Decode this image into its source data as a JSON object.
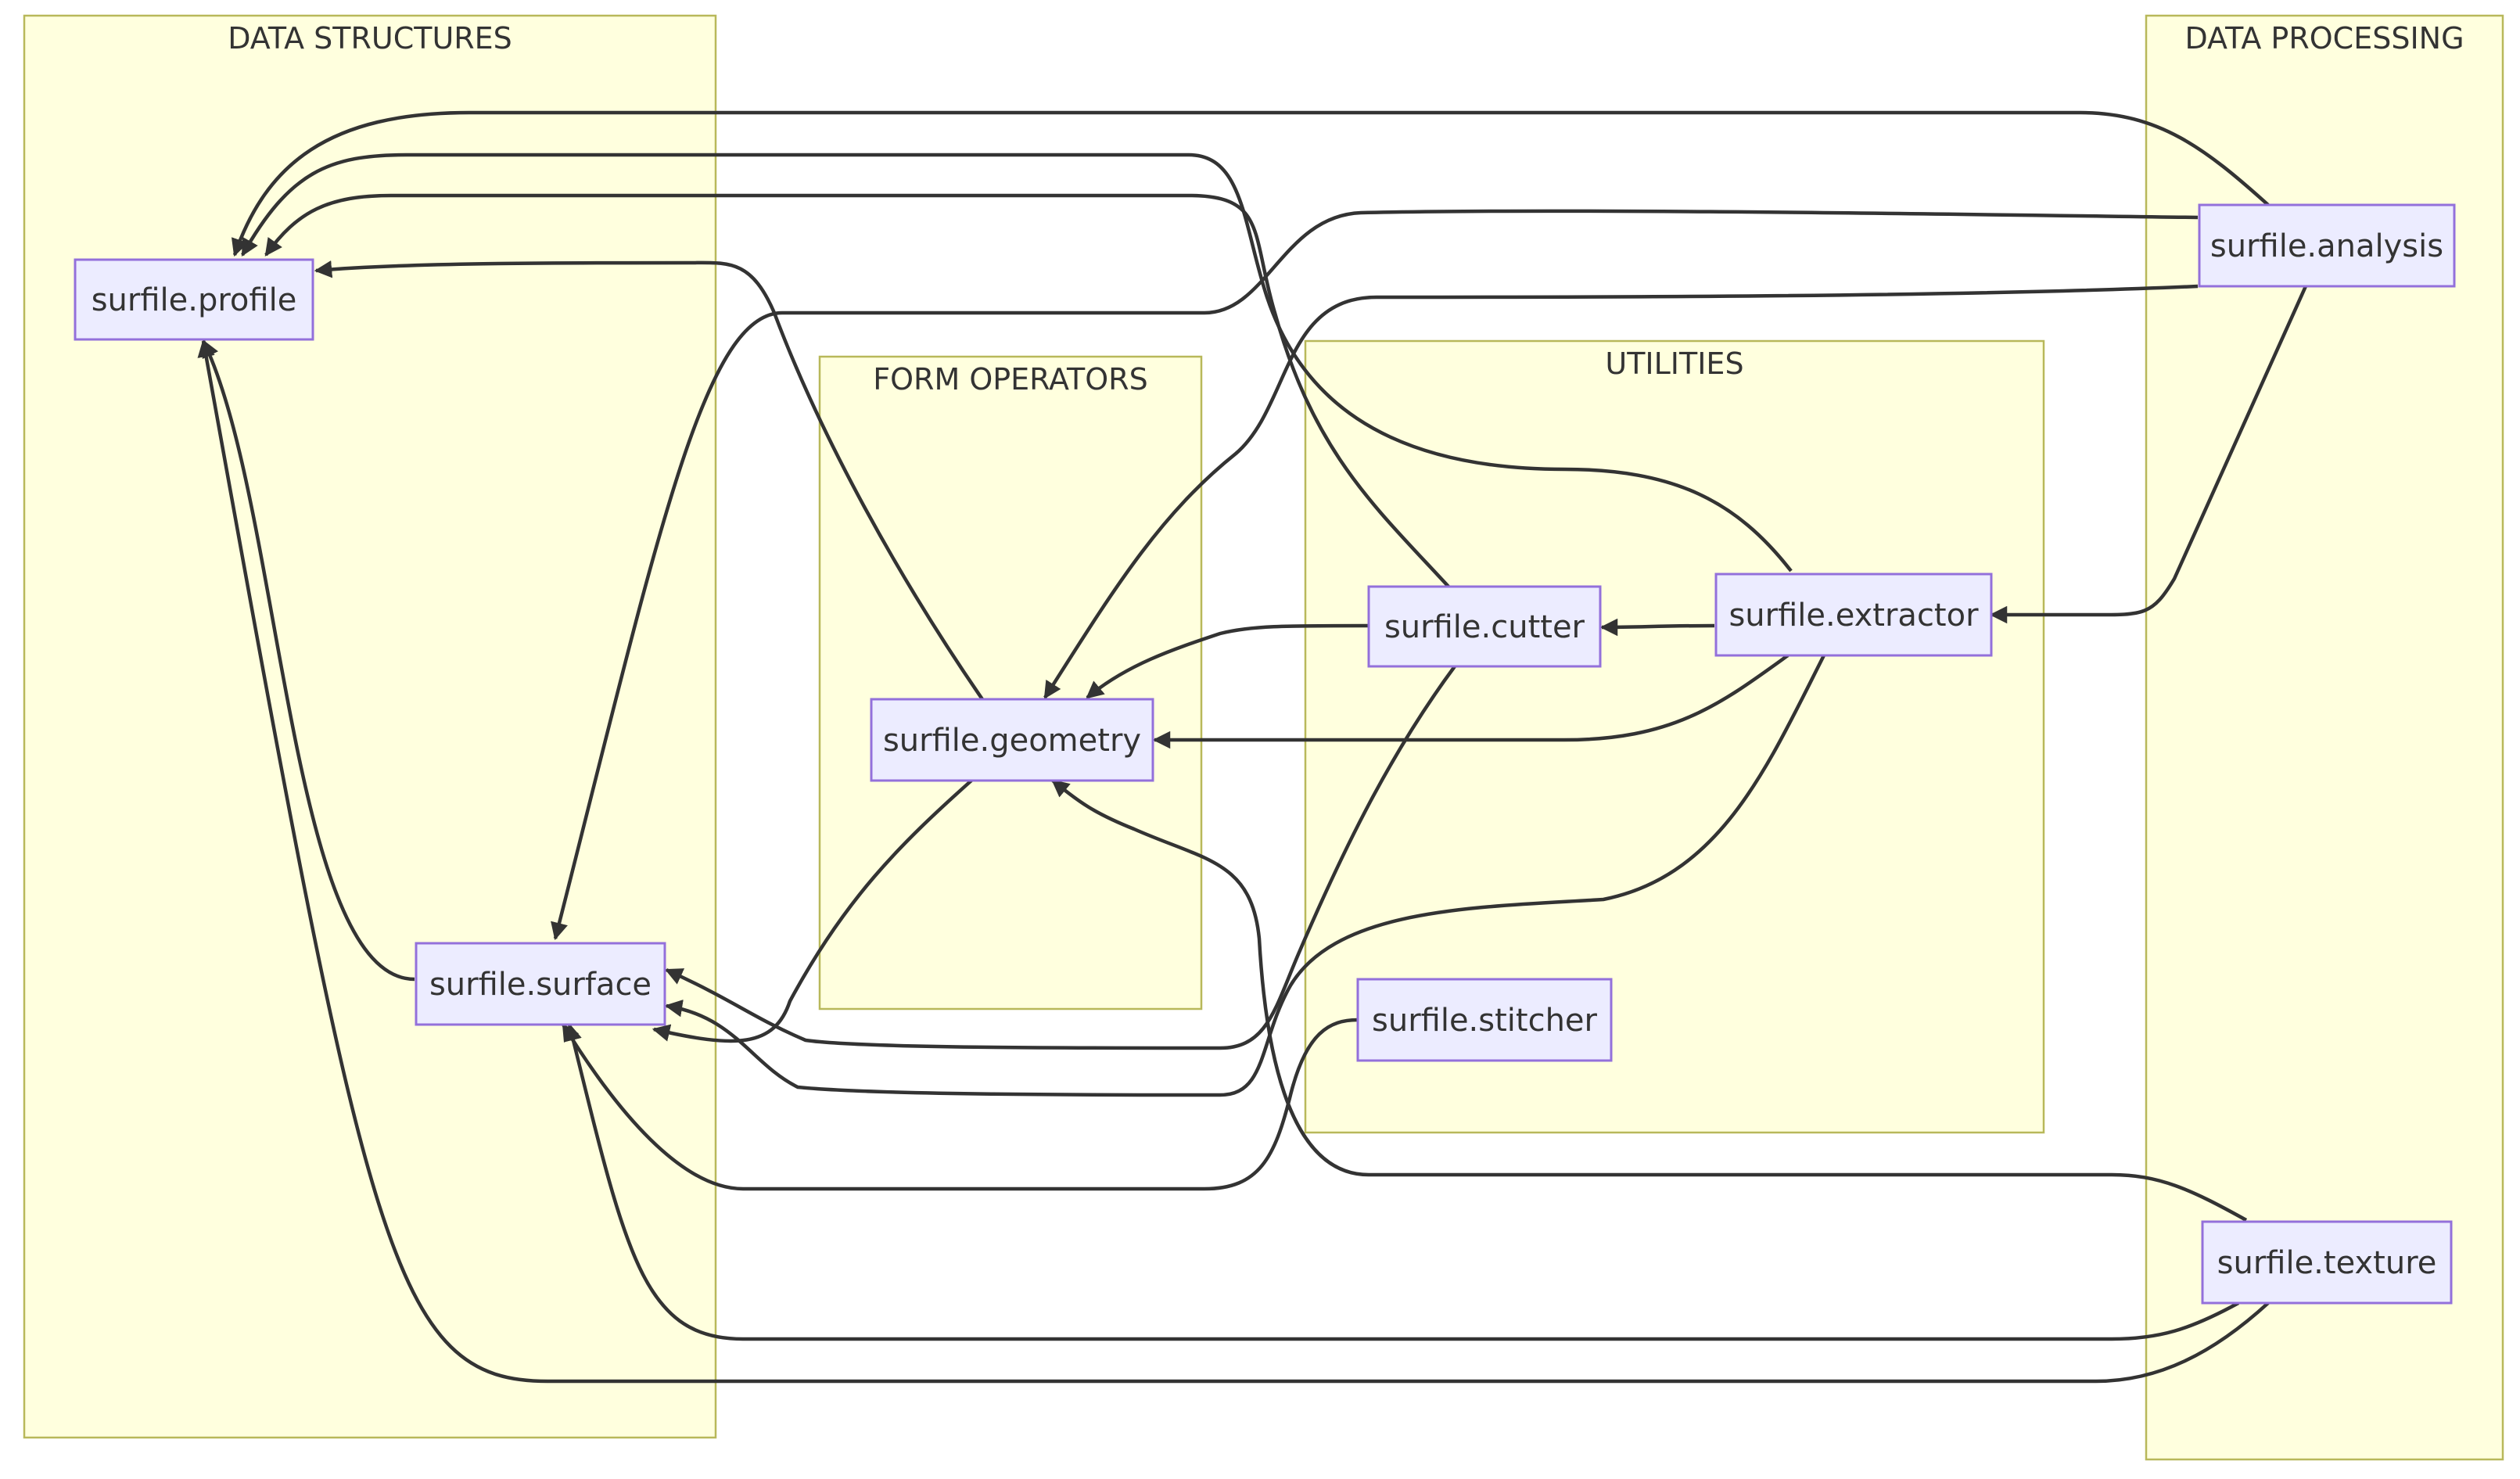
{
  "clusters": {
    "data_structures": {
      "label": "DATA STRUCTURES"
    },
    "form_operators": {
      "label": "FORM OPERATORS"
    },
    "utilities": {
      "label": "UTILITIES"
    },
    "data_processing": {
      "label": "DATA PROCESSING"
    }
  },
  "nodes": {
    "profile": {
      "label": "surfile.profile"
    },
    "surface": {
      "label": "surfile.surface"
    },
    "geometry": {
      "label": "surfile.geometry"
    },
    "cutter": {
      "label": "surfile.cutter"
    },
    "extractor": {
      "label": "surfile.extractor"
    },
    "stitcher": {
      "label": "surfile.stitcher"
    },
    "analysis": {
      "label": "surfile.analysis"
    },
    "texture": {
      "label": "surfile.texture"
    }
  },
  "edges": [
    {
      "from": "surface",
      "to": "profile"
    },
    {
      "from": "geometry",
      "to": "profile"
    },
    {
      "from": "geometry",
      "to": "surface"
    },
    {
      "from": "cutter",
      "to": "profile"
    },
    {
      "from": "cutter",
      "to": "geometry"
    },
    {
      "from": "cutter",
      "to": "surface"
    },
    {
      "from": "extractor",
      "to": "profile"
    },
    {
      "from": "extractor",
      "to": "geometry"
    },
    {
      "from": "extractor",
      "to": "cutter"
    },
    {
      "from": "extractor",
      "to": "surface"
    },
    {
      "from": "stitcher",
      "to": "surface"
    },
    {
      "from": "analysis",
      "to": "profile"
    },
    {
      "from": "analysis",
      "to": "surface"
    },
    {
      "from": "analysis",
      "to": "geometry"
    },
    {
      "from": "analysis",
      "to": "extractor"
    },
    {
      "from": "texture",
      "to": "geometry"
    },
    {
      "from": "texture",
      "to": "surface"
    },
    {
      "from": "texture",
      "to": "profile"
    }
  ],
  "colors": {
    "cluster_fill": "#ffffde",
    "cluster_stroke": "#b8b85a",
    "node_fill": "#ececff",
    "node_stroke": "#9370db",
    "edge": "#333333",
    "text": "#333333"
  }
}
